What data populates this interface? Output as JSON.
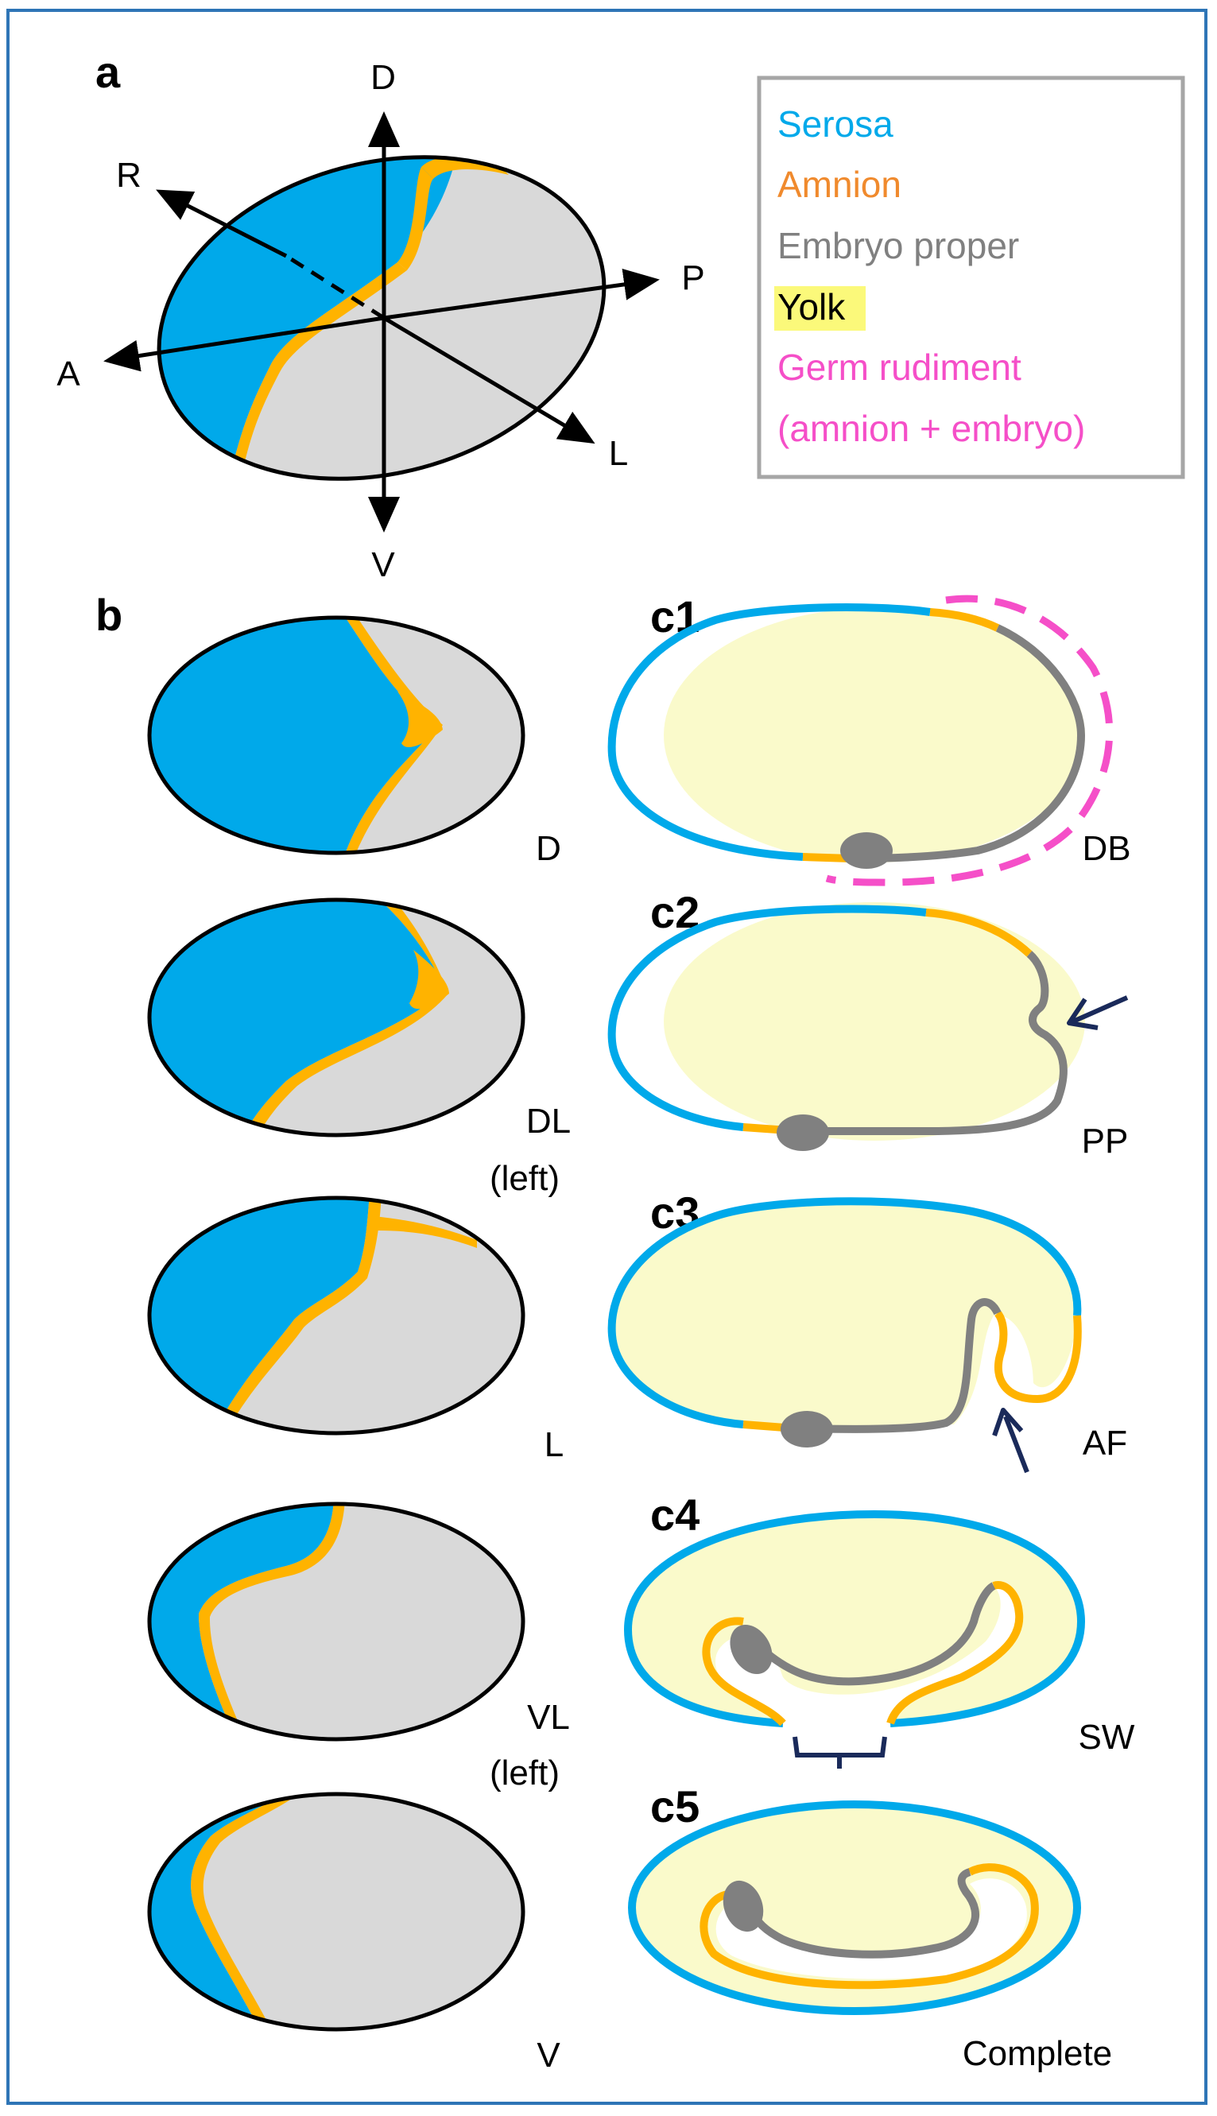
{
  "colors": {
    "serosa": "#00a9ea",
    "amnion": "#ffb300",
    "embryo": "#808080",
    "yolk": "#fafacb",
    "germ": "#f54fc8",
    "egg_fill": "#d9d9d9",
    "frame": "#2e75b6",
    "arrow": "#1a2a5a",
    "text": "#000000"
  },
  "panels": {
    "a": "a",
    "b": "b",
    "c1": "c1",
    "c2": "c2",
    "c3": "c3",
    "c4": "c4",
    "c5": "c5"
  },
  "axes": {
    "d": "D",
    "v": "V",
    "a": "A",
    "p": "P",
    "r": "R",
    "l": "L"
  },
  "legend": {
    "serosa": "Serosa",
    "amnion": "Amnion",
    "embryo": "Embryo proper",
    "yolk": "Yolk",
    "germ_line1": "Germ rudiment",
    "germ_line2": "(amnion + embryo)"
  },
  "views": {
    "d": "D",
    "dl": "DL",
    "dl_sub": "(left)",
    "l": "L",
    "vl": "VL",
    "vl_sub": "(left)",
    "v": "V"
  },
  "stages": {
    "c1": "DB",
    "c2": "PP",
    "c3": "AF",
    "c4": "SW",
    "c5": "Complete"
  }
}
